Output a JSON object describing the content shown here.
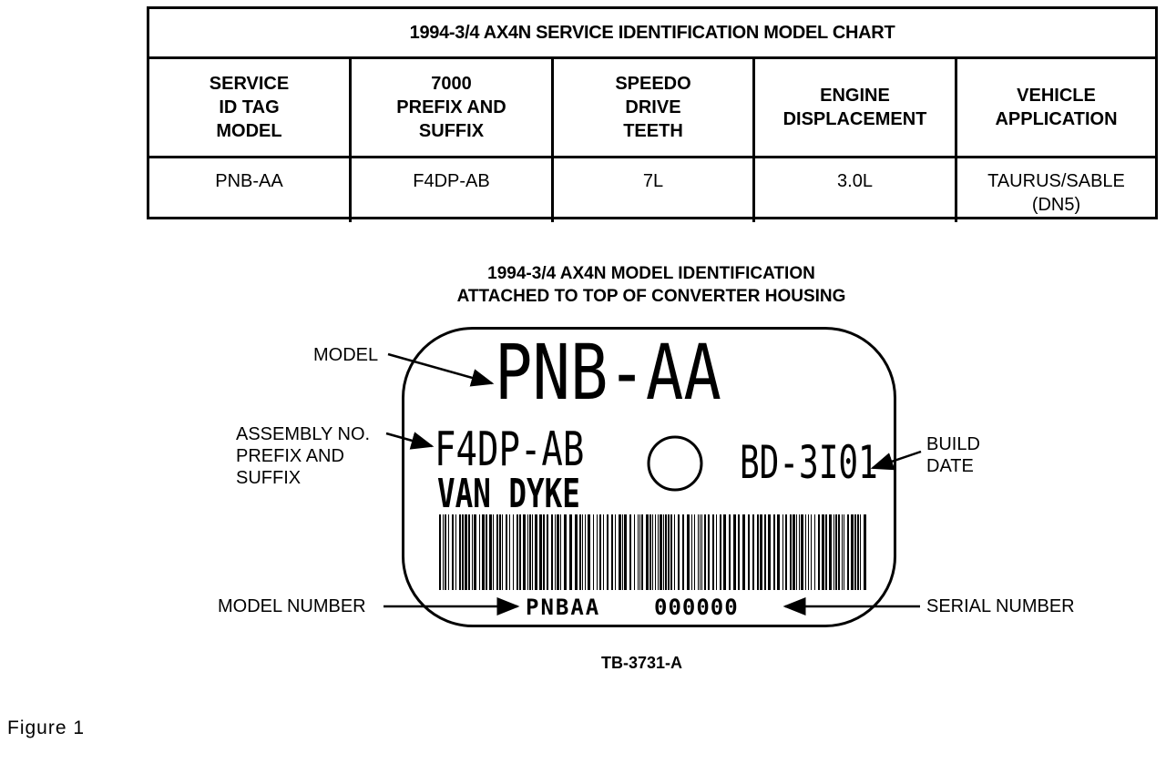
{
  "chart": {
    "title": "1994-3/4 AX4N SERVICE IDENTIFICATION MODEL CHART",
    "headers": [
      "SERVICE\nID TAG\nMODEL",
      "7000\nPREFIX AND\nSUFFIX",
      "SPEEDO\nDRIVE\nTEETH",
      "ENGINE\nDISPLACEMENT",
      "VEHICLE\nAPPLICATION"
    ],
    "rows": [
      [
        "PNB-AA",
        "F4DP-AB",
        "7L",
        "3.0L",
        "TAURUS/SABLE\n(DN5)"
      ]
    ]
  },
  "diagram": {
    "title": "1994-3/4 AX4N MODEL IDENTIFICATION\nATTACHED TO TOP OF CONVERTER HOUSING",
    "tag": {
      "model": "PNB-AA",
      "assembly": "F4DP-AB",
      "build_date": "BD-3I01",
      "plant": "VAN DYKE",
      "model_number": "PNBAA",
      "serial_number": "000000"
    },
    "labels": {
      "model": "MODEL",
      "assembly": "ASSEMBLY NO.\nPREFIX AND\nSUFFIX",
      "build_date": "BUILD\nDATE",
      "model_number": "MODEL NUMBER",
      "serial_number": "SERIAL NUMBER"
    },
    "figure_code": "TB-3731-A"
  },
  "caption": "Figure 1"
}
